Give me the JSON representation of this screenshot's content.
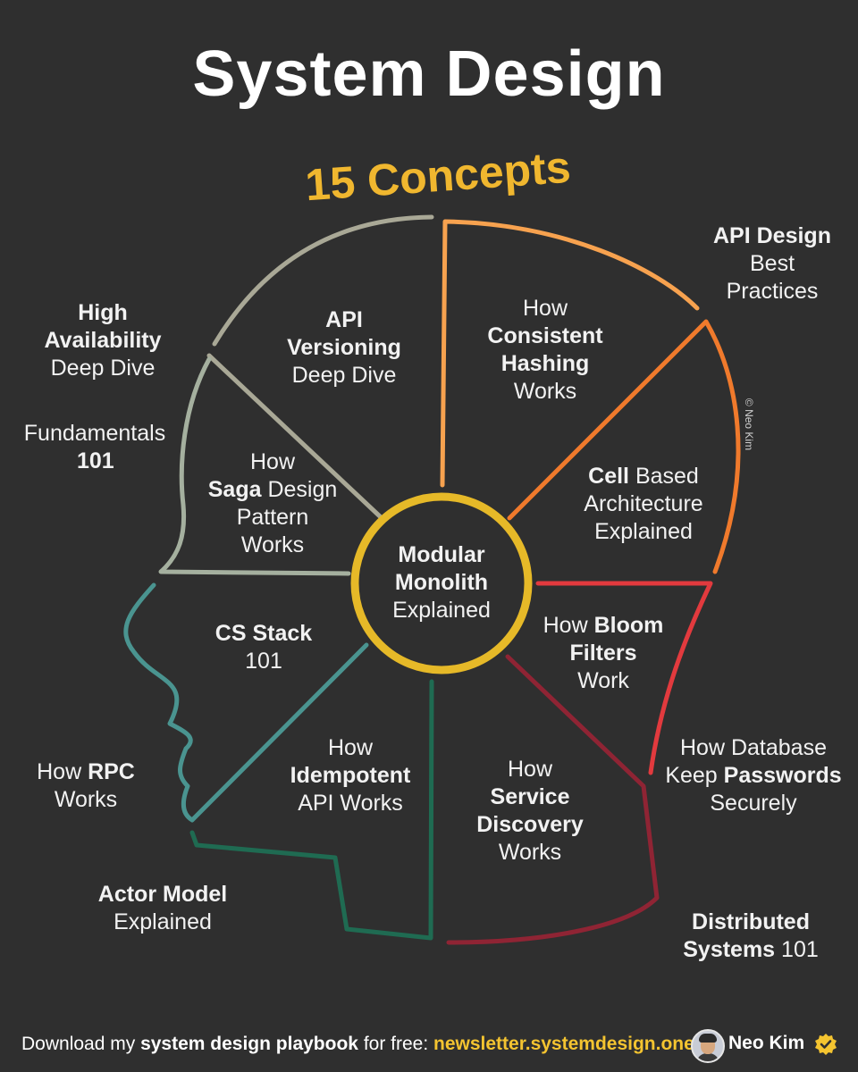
{
  "header": {
    "title": "System Design",
    "subtitle": "15 Concepts"
  },
  "colors": {
    "background": "#2f2f2f",
    "accent_yellow": "#f0b72f",
    "seg_olive": "#a9a896",
    "seg_sage": "#a5b09f",
    "seg_teal": "#4a9490",
    "seg_green": "#1f6b52",
    "seg_maroon": "#8f2434",
    "seg_red": "#e23a3e",
    "seg_orange": "#f07a2c",
    "seg_light_orange": "#f7a24f",
    "center_ring": "#e6b928"
  },
  "center": {
    "bold": "Modular\nMonolith",
    "regular": "Explained"
  },
  "inside_labels": {
    "api_versioning": {
      "bold": "API\nVersioning",
      "regular": "Deep Dive"
    },
    "consistent_hashing": {
      "pre": "How",
      "bold": "Consistent\nHashing",
      "regular": "Works"
    },
    "saga": {
      "pre": "How",
      "bold": "Saga",
      "mid": " Design",
      "regular": "Pattern\nWorks"
    },
    "cell_based": {
      "bold": "Cell",
      "mid": " Based",
      "regular": "Architecture\nExplained"
    },
    "cs_stack": {
      "bold": "CS Stack",
      "regular": "101"
    },
    "bloom_filters": {
      "pre": "How ",
      "bold": "Bloom",
      "bold2": "Filters",
      "regular": "Work"
    },
    "idempotent": {
      "pre": "How",
      "bold": "Idempotent",
      "regular": "API Works"
    },
    "service_discovery": {
      "pre": "How",
      "bold": "Service\nDiscovery",
      "regular": "Works"
    }
  },
  "outside_labels": {
    "api_design": {
      "bold": "API Design",
      "regular": "Best\nPractices"
    },
    "high_availability": {
      "bold": "High\nAvailability",
      "regular": "Deep Dive"
    },
    "fundamentals": {
      "regular": "Fundamentals",
      "bold": "101"
    },
    "rpc": {
      "pre": "How ",
      "bold": "RPC",
      "regular": "Works"
    },
    "database_passwords": {
      "pre": "How Database",
      "mid": "Keep ",
      "bold": "Passwords",
      "regular": "Securely"
    },
    "actor_model": {
      "bold": "Actor Model",
      "regular": "Explained"
    },
    "distributed_systems": {
      "bold": "Distributed\nSystems",
      "regular": " 101"
    }
  },
  "watermark": "© Neo Kim",
  "footer": {
    "text_pre": "Download my ",
    "text_bold": "system design playbook",
    "text_post": " for free: ",
    "link": "newsletter.systemdesign.one",
    "author": "Neo Kim",
    "avatar_icon": "avatar-icon",
    "badge_icon": "verified-badge-icon"
  }
}
